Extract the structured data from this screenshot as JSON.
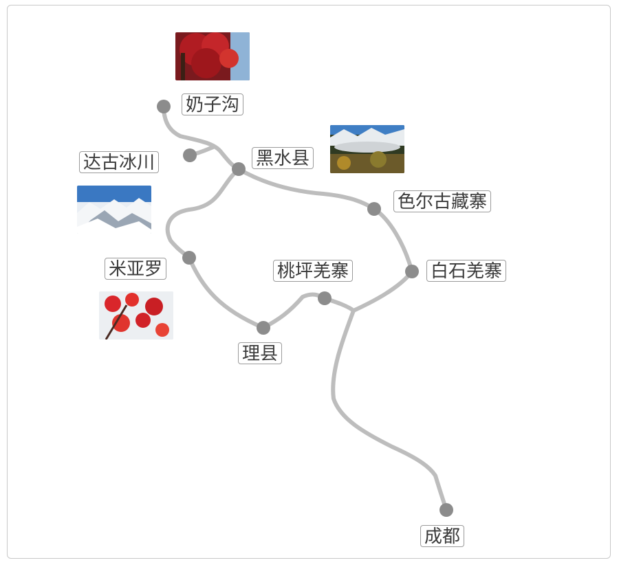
{
  "map": {
    "places": {
      "naizigou": "奶子沟",
      "dagu": "达古冰川",
      "heishui": "黑水县",
      "seergu": "色尔古藏寨",
      "baishi": "白石羌寨",
      "taoping": "桃坪羌寨",
      "miyaluo": "米亚罗",
      "lixian": "理县",
      "chengdu": "成都"
    },
    "photos": [
      {
        "subject": "red autumn tree",
        "icon": "autumn-tree-photo"
      },
      {
        "subject": "misty forest mountains",
        "icon": "mountain-mist-photo"
      },
      {
        "subject": "snow mountains",
        "icon": "snow-mountain-photo"
      },
      {
        "subject": "red maple leaves",
        "icon": "maple-leaves-photo"
      }
    ],
    "colors": {
      "route": "#bdbdbd",
      "node": "#8c8c8c",
      "label_border": "#9a9a9a"
    }
  }
}
